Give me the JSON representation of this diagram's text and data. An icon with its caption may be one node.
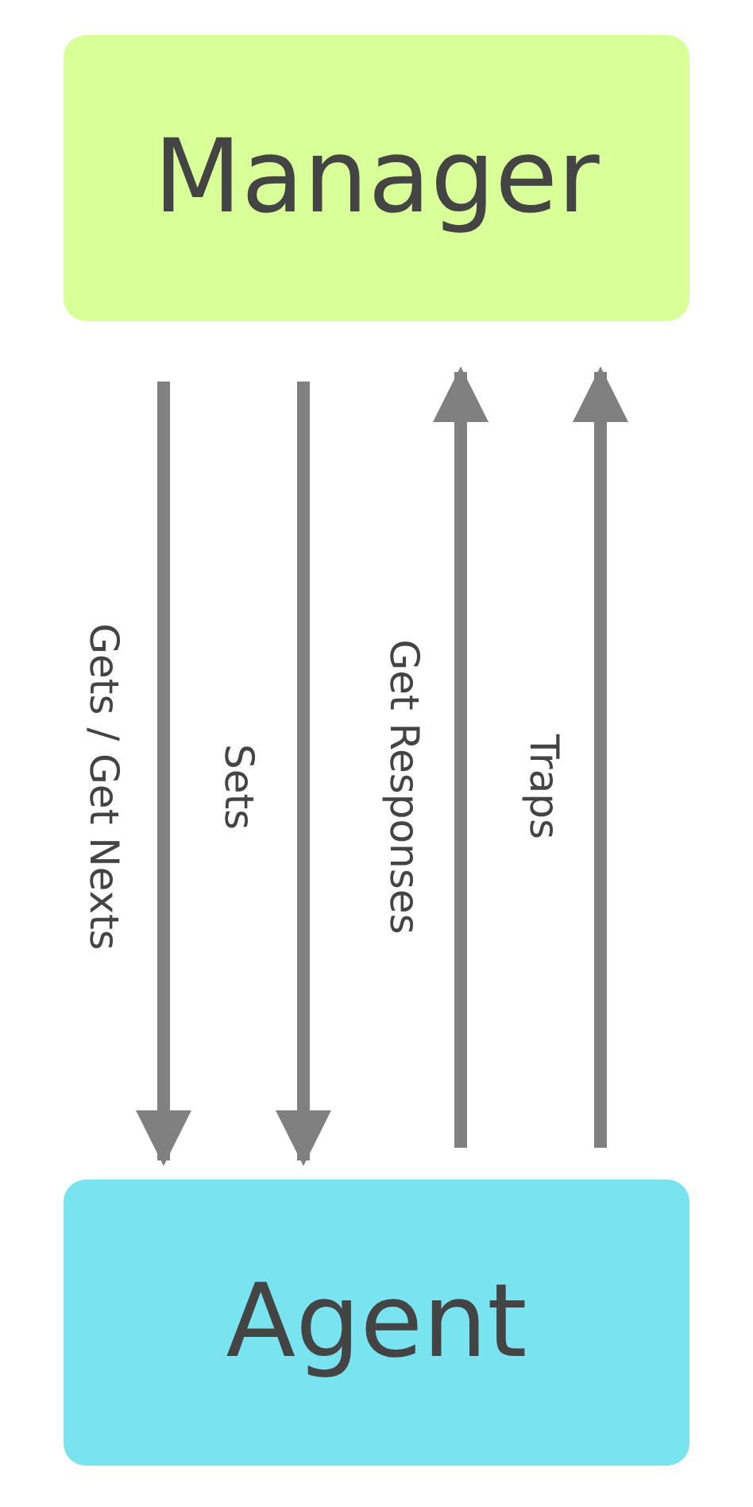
{
  "diagram": {
    "nodes": [
      {
        "text": [
          "Manager"
        ]
      },
      {
        "text": [
          "Agent"
        ]
      }
    ],
    "edges": [
      {
        "from": 0,
        "to": 1,
        "arrow": "to",
        "label": "Gets / Get Nexts"
      },
      {
        "from": 0,
        "to": 1,
        "arrow": "to",
        "label": "Sets"
      },
      {
        "from": 1,
        "to": 0,
        "arrow": "to",
        "label": "Get Responses"
      },
      {
        "from": 1,
        "to": 0,
        "arrow": "to",
        "label": "Traps"
      }
    ]
  }
}
